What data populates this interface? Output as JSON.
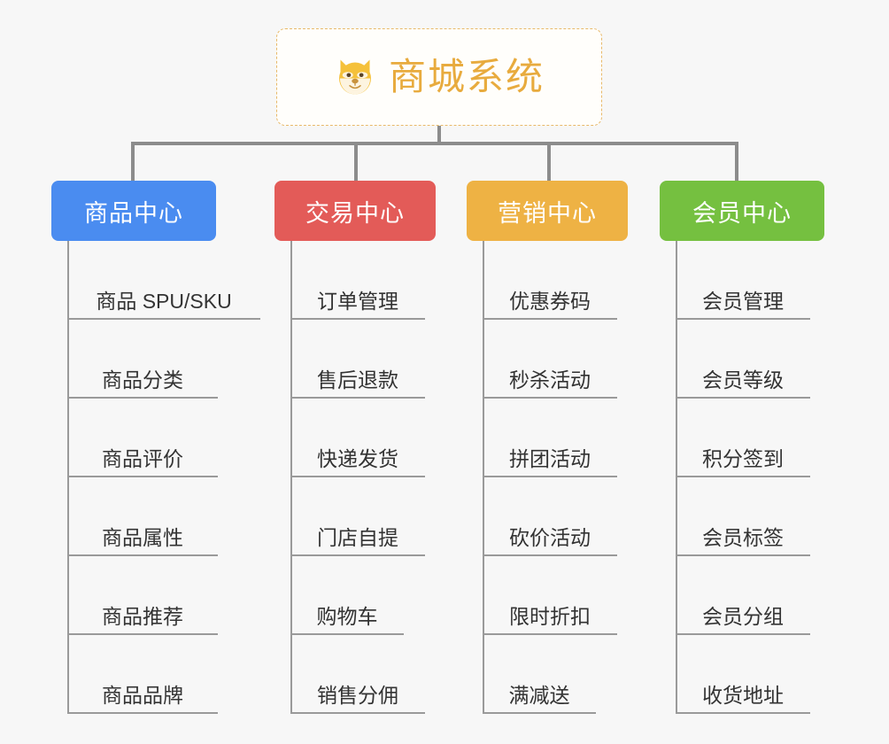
{
  "page": {
    "background_color": "#f7f7f7",
    "type": "mindmap"
  },
  "root": {
    "title": "商城系统",
    "icon": "dog-face-icon",
    "text_color": "#e8ab3e",
    "border_color": "#e8b96a",
    "background_color": "#fffefb"
  },
  "branches": [
    {
      "label": "商品中心",
      "color": "#4a8cf0",
      "items": [
        "商品 SPU/SKU",
        "商品分类",
        "商品评价",
        "商品属性",
        "商品推荐",
        "商品品牌"
      ]
    },
    {
      "label": "交易中心",
      "color": "#e35b58",
      "items": [
        "订单管理",
        "售后退款",
        "快递发货",
        "门店自提",
        "购物车",
        "销售分佣"
      ]
    },
    {
      "label": "营销中心",
      "color": "#eeb244",
      "items": [
        "优惠券码",
        "秒杀活动",
        "拼团活动",
        "砍价活动",
        "限时折扣",
        "满减送"
      ]
    },
    {
      "label": "会员中心",
      "color": "#75c040",
      "items": [
        "会员管理",
        "会员等级",
        "积分签到",
        "会员标签",
        "会员分组",
        "收货地址"
      ]
    }
  ],
  "connectors": {
    "line_color": "#8c8c8c",
    "spine_color": "#9a9a9a"
  }
}
